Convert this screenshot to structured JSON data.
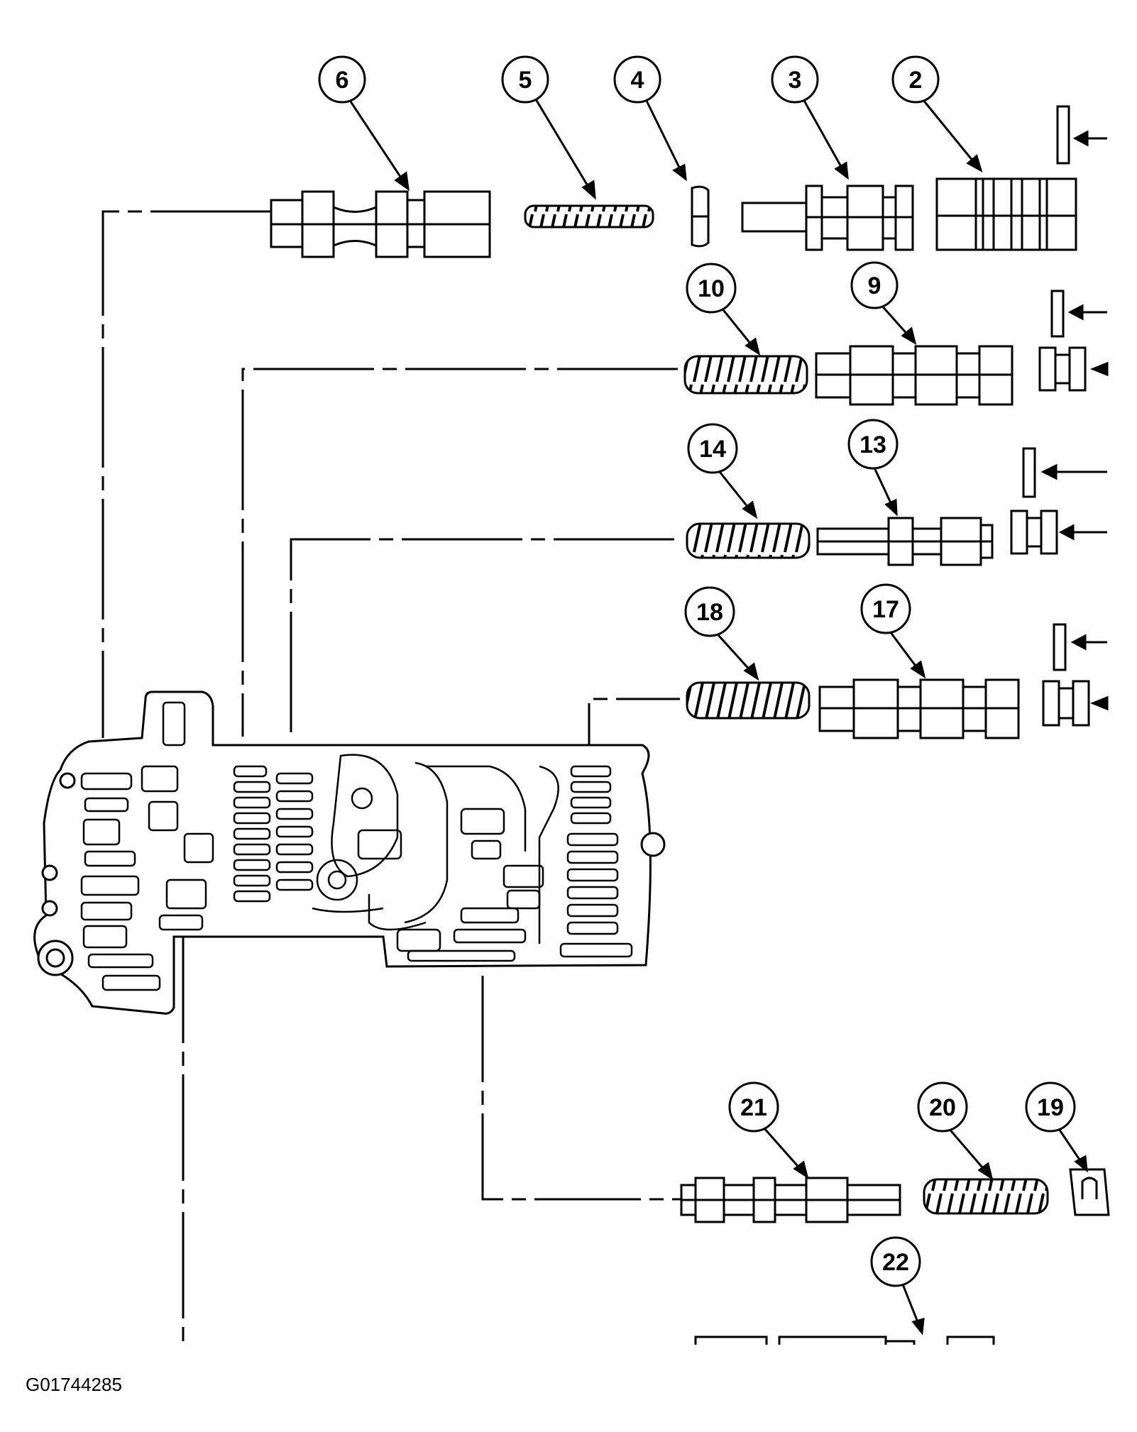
{
  "figure_id": "G01744285",
  "callouts": [
    {
      "key": "c6",
      "label": "6"
    },
    {
      "key": "c5",
      "label": "5"
    },
    {
      "key": "c4",
      "label": "4"
    },
    {
      "key": "c3",
      "label": "3"
    },
    {
      "key": "c2",
      "label": "2"
    },
    {
      "key": "c10",
      "label": "10"
    },
    {
      "key": "c9",
      "label": "9"
    },
    {
      "key": "c14",
      "label": "14"
    },
    {
      "key": "c13",
      "label": "13"
    },
    {
      "key": "c18",
      "label": "18"
    },
    {
      "key": "c17",
      "label": "17"
    },
    {
      "key": "c21",
      "label": "21"
    },
    {
      "key": "c20",
      "label": "20"
    },
    {
      "key": "c19",
      "label": "19"
    },
    {
      "key": "c22",
      "label": "22"
    }
  ],
  "colors": {
    "ink": "#000000",
    "paper": "#ffffff"
  }
}
